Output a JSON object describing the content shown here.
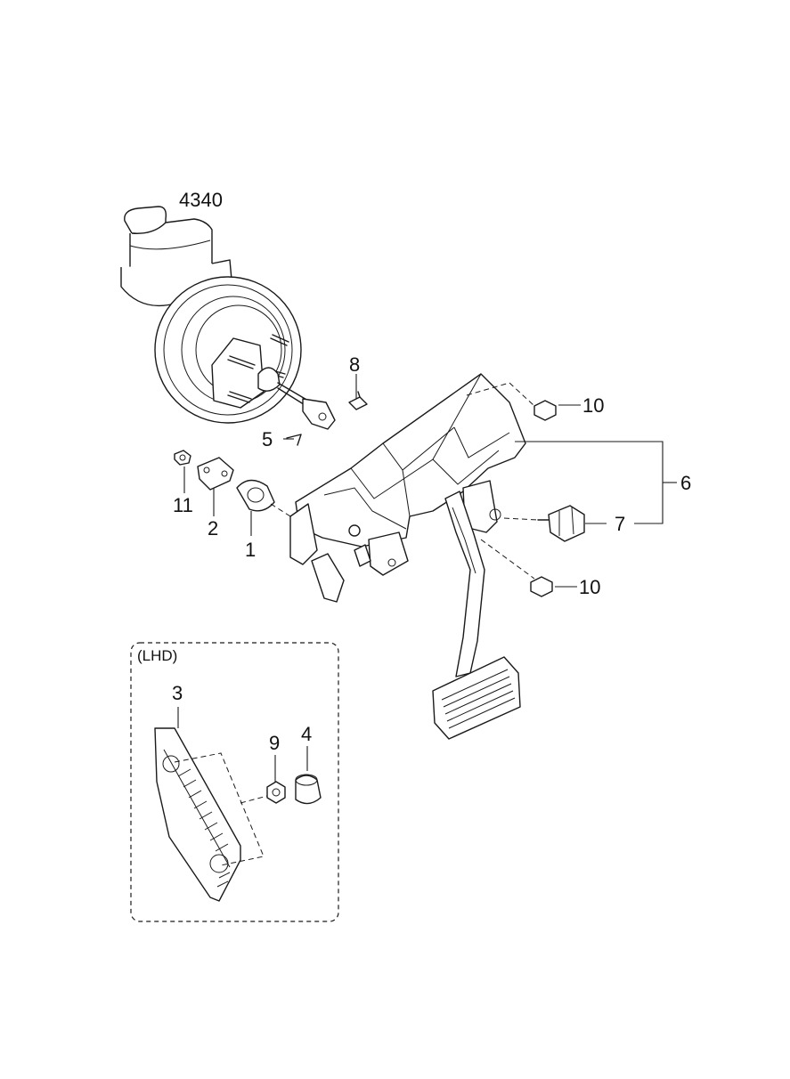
{
  "labels": {
    "ref_4340": "4340",
    "ref_8": "8",
    "ref_10_top": "10",
    "ref_5": "5",
    "ref_6": "6",
    "ref_11": "11",
    "ref_2": "2",
    "ref_1": "1",
    "ref_7": "7",
    "ref_10_bottom": "10",
    "lhd_box_title": "(LHD)",
    "ref_3": "3",
    "ref_9": "9",
    "ref_4": "4"
  }
}
